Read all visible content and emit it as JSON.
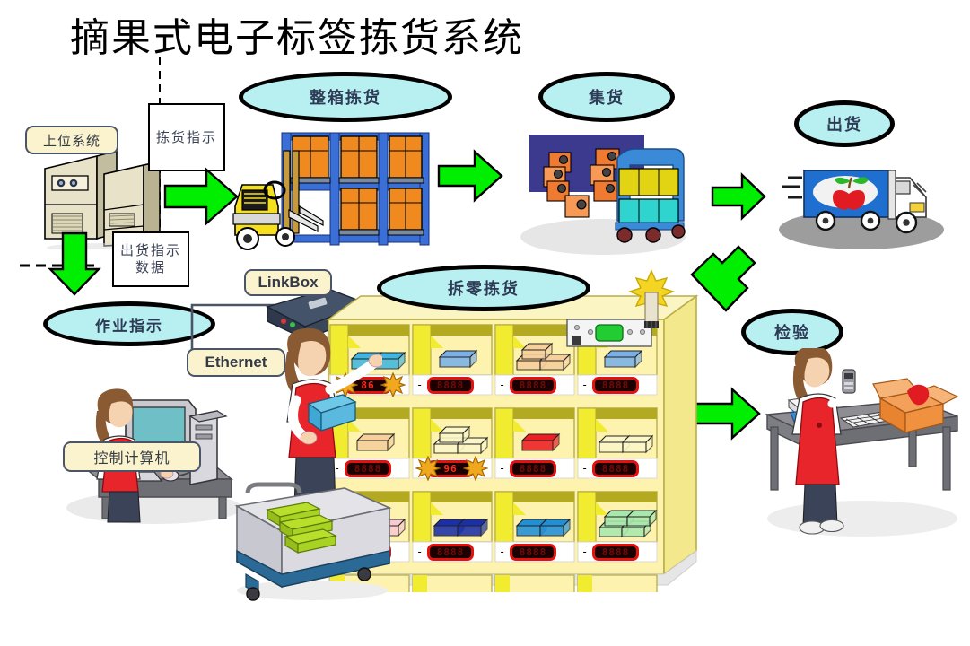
{
  "page": {
    "title": "摘果式电子标签拣货系统",
    "background": "#ffffff"
  },
  "colors": {
    "ellipse_fill": "#b8f0f2",
    "ellipse_stroke": "#000000",
    "label_fill": "#faf3cd",
    "label_stroke": "#4a5568",
    "arrow_green": "#00ee00",
    "arrow_stroke": "#000000",
    "led_red": "#e2120f",
    "led_screen": "#1a0000",
    "shelf_yellow": "#fdf3ae",
    "shelf_panel": "#f2ec31",
    "shelf_shadow": "#b3aa22",
    "apron_red": "#e8252a",
    "forklift_yellow": "#f6e01e",
    "rack_blue": "#3a6fd8",
    "pallet_orange": "#f08a1e",
    "truck_blue": "#1f6fd0",
    "consolidation_navy": "#3b3a8f",
    "linkbox_navy": "#2e3a4c"
  },
  "stages": {
    "full_case_picking": "整箱拣货",
    "consolidation": "集货",
    "shipping": "出货",
    "piece_picking": "拆零拣货",
    "work_instruction": "作业指示",
    "inspection": "检验"
  },
  "labels": {
    "host_system": "上位系统",
    "control_computer": "控制计算机",
    "ethernet": "Ethernet",
    "linkbox": "LinkBox"
  },
  "notes": {
    "picking_instruction": "拣货指示",
    "shipping_instruction_data": "出货指示数据"
  },
  "rack": {
    "columns": 4,
    "rows": [
      {
        "bins": [
          {
            "item_color": "#3fb7e0",
            "qty": 2,
            "tag": "86",
            "tag_active": true,
            "dash": "-"
          },
          {
            "item_color": "#7ab0e8",
            "qty": 1,
            "tag": "8888",
            "tag_active": false,
            "dash": "-"
          },
          {
            "item_color": "#f6cf9a",
            "qty": 3,
            "tag": "8888",
            "tag_active": false,
            "dash": "-"
          },
          {
            "item_color": "#7ab0e8",
            "qty": 1,
            "tag": "8888",
            "tag_active": false,
            "dash": "-"
          }
        ]
      },
      {
        "bins": [
          {
            "item_color": "#f6cf9a",
            "qty": 1,
            "tag": "8888",
            "tag_active": false,
            "dash": "-"
          },
          {
            "item_color": "#fbf7c8",
            "qty": 3,
            "tag": "96",
            "tag_active": true,
            "dash": "-"
          },
          {
            "item_color": "#ee1f24",
            "qty": 1,
            "tag": "8888",
            "tag_active": false,
            "dash": "-"
          },
          {
            "item_color": "#fbf7c8",
            "qty": 2,
            "tag": "8888",
            "tag_active": false,
            "dash": "-"
          }
        ]
      },
      {
        "bins": [
          {
            "item_color": "#f9c9cf",
            "qty": 2,
            "tag": "8888",
            "tag_active": false,
            "dash": "-"
          },
          {
            "item_color": "#1b2fa8",
            "qty": 2,
            "tag": "8888",
            "tag_active": false,
            "dash": "-"
          },
          {
            "item_color": "#1f8fd6",
            "qty": 2,
            "tag": "8888",
            "tag_active": false,
            "dash": "-"
          },
          {
            "item_color": "#a8e8ac",
            "qty": 4,
            "tag": "8888",
            "tag_active": false,
            "dash": "-"
          }
        ]
      }
    ],
    "control_panel": {
      "indicator_color": "#22cc33",
      "beacon_color": "#f5d523"
    }
  },
  "icons": {
    "host_server": "server-cabinet-icon",
    "forklift": "forklift-icon",
    "pallet_rack": "pallet-rack-icon",
    "consolidation_cart": "consolidation-cart-icon",
    "delivery_truck": "delivery-truck-icon",
    "operator_computer": "operator-at-computer-icon",
    "picker": "picker-worker-icon",
    "picking_cart": "picking-cart-icon",
    "inspector": "inspector-worker-icon",
    "inspection_table": "inspection-table-icon",
    "linkbox_device": "linkbox-device-icon",
    "beacon_light": "beacon-light-icon",
    "arrow_right_1": "green-arrow-right-icon",
    "arrow_right_2": "green-arrow-right-icon",
    "arrow_right_3": "green-arrow-right-icon",
    "arrow_right_4": "green-arrow-right-icon",
    "arrow_down": "green-arrow-down-icon",
    "arrow_upleft": "green-arrow-up-left-icon"
  }
}
